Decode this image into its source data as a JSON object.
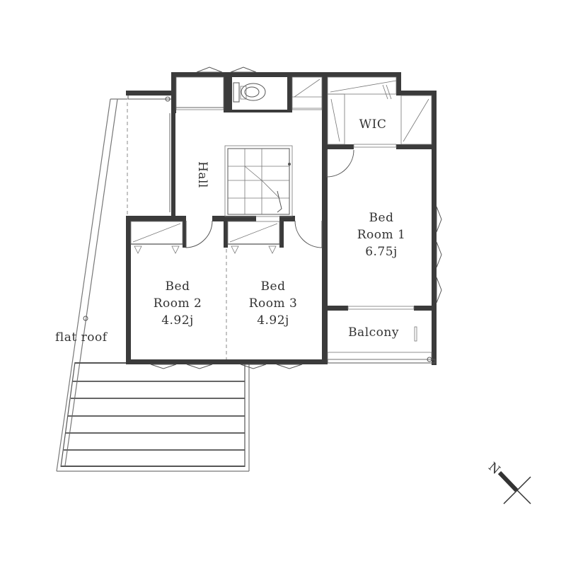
{
  "rooms": {
    "hall": "Hall",
    "wic": "WIC",
    "bed1": {
      "line1": "Bed",
      "line2": "Room 1",
      "area": "6.75j"
    },
    "bed2": {
      "line1": "Bed",
      "line2": "Room 2",
      "area": "4.92j"
    },
    "bed3": {
      "line1": "Bed",
      "line2": "Room 3",
      "area": "4.92j"
    },
    "balcony": "Balcony"
  },
  "exterior": {
    "flat_roof": "flat roof"
  },
  "compass": {
    "north": "N"
  },
  "colors": {
    "wall": "#3b3b3b",
    "line": "#555555",
    "text": "#333333",
    "background": "#ffffff"
  }
}
